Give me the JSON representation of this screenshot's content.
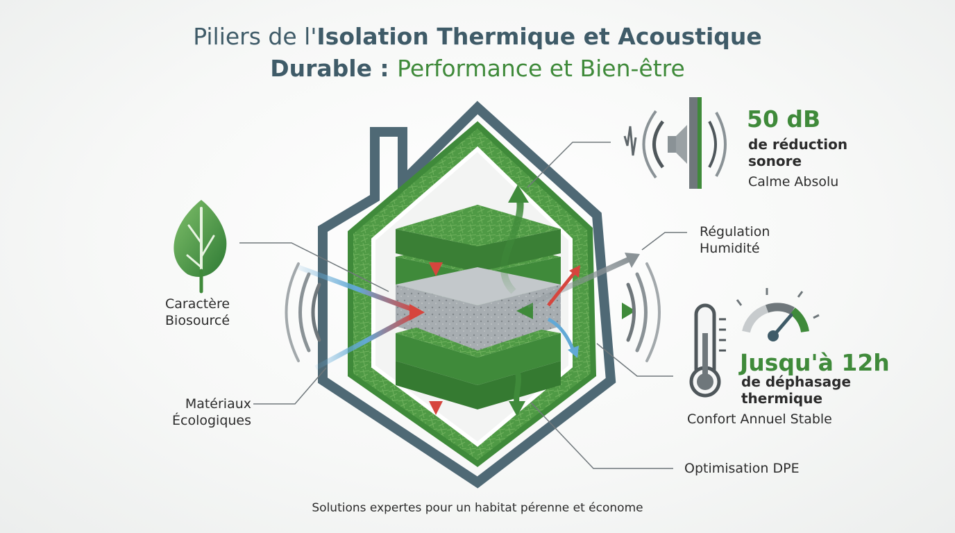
{
  "title": {
    "line1_light": "Piliers de l'",
    "line1_bold": "Isolation Thermique et Acoustique",
    "line2_bold": "Durable : ",
    "line2_green": "Performance et Bien-être"
  },
  "left_labels": {
    "biosource_line1": "Caractère",
    "biosource_line2": "Biosourcé",
    "materials_line1": "Matériaux",
    "materials_line2": "Écologiques"
  },
  "acoustic": {
    "value": "50 dB",
    "desc_line1": "de réduction",
    "desc_line2": "sonore",
    "tagline": "Calme Absolu"
  },
  "humidity": {
    "line1": "Régulation",
    "line2": "Humidité"
  },
  "thermal": {
    "value": "Jusqu'à 12h",
    "desc_line1": "de déphasage",
    "desc_line2": "thermique",
    "tagline": "Confort Annuel Stable"
  },
  "dpe": {
    "label": "Optimisation DPE"
  },
  "footer": {
    "text": "Solutions expertes pour un habitat pérenne et économe"
  },
  "icons": [
    "leaf-icon",
    "speaker-icon",
    "thermometer-icon",
    "gauge-icon",
    "sound-waves-icon"
  ],
  "colors": {
    "green": "#3f8a3a",
    "dark_slate": "#3f5b68",
    "red": "#d6453d",
    "blue": "#62a9d6",
    "gray": "#8a9296"
  }
}
